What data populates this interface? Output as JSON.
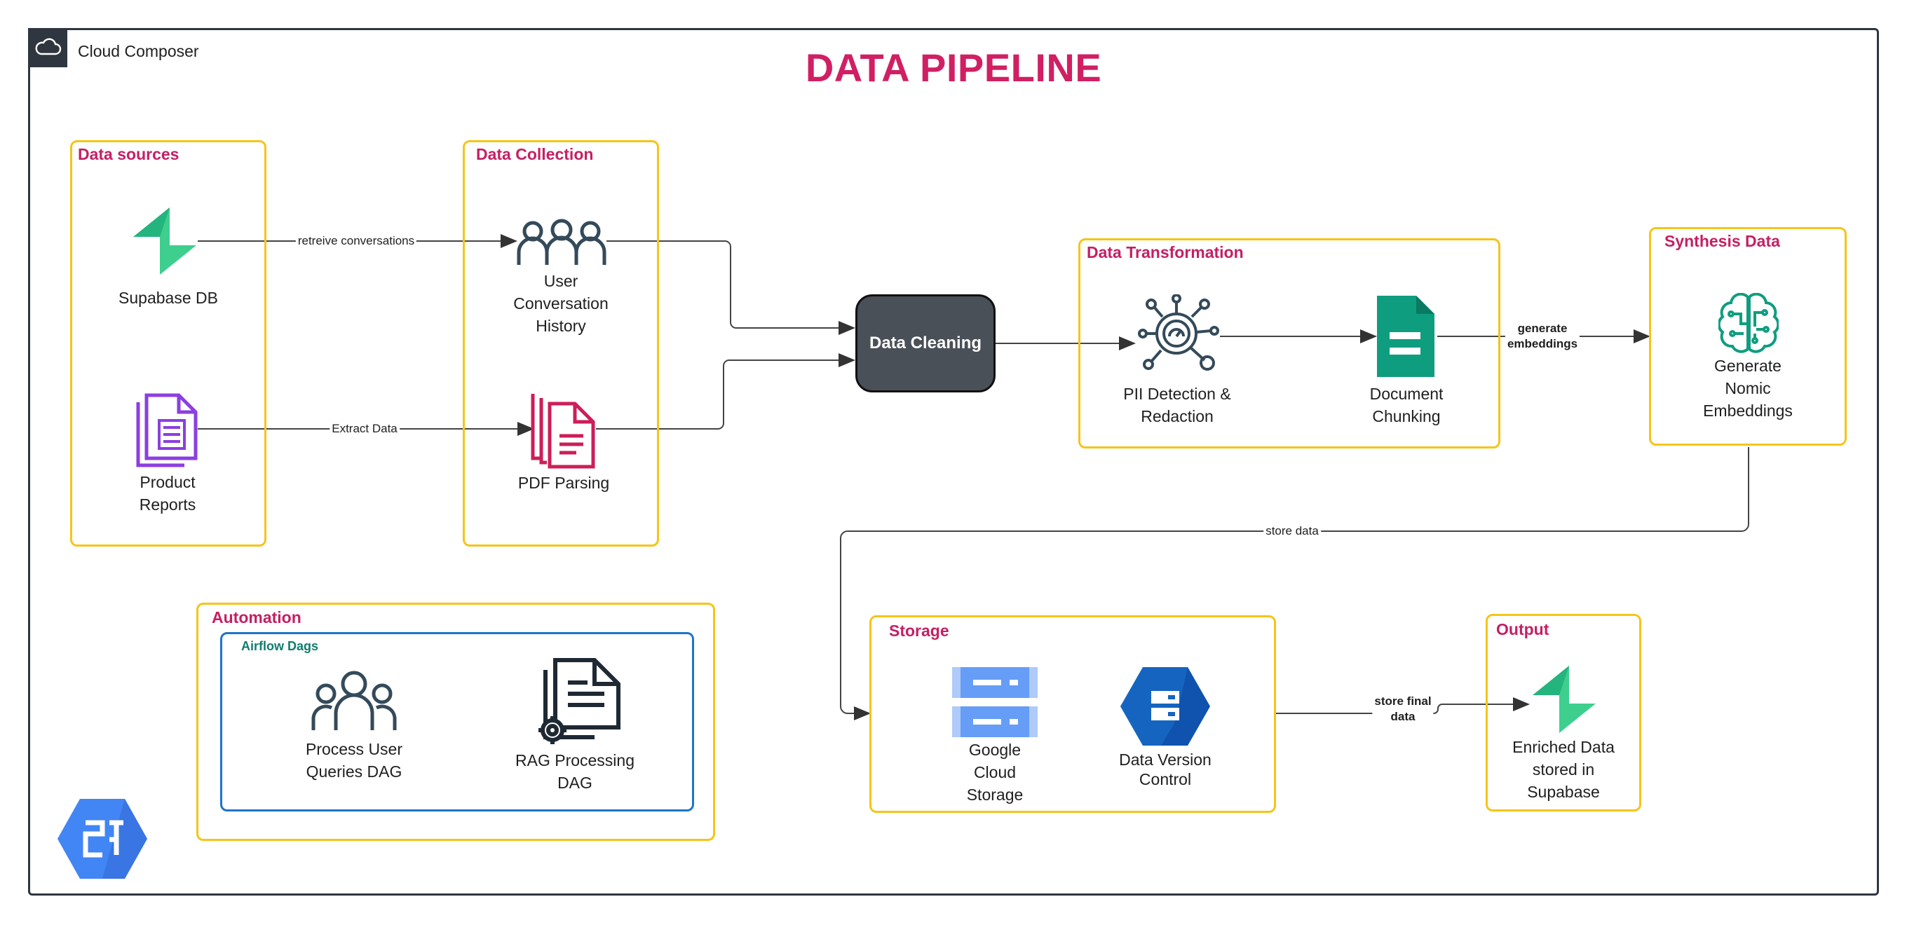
{
  "header": {
    "platform_label": "Cloud Composer",
    "title": "DATA PIPELINE"
  },
  "groups": {
    "data_sources": "Data sources",
    "data_collection": "Data Collection",
    "data_transformation": "Data Transformation",
    "synthesis_data": "Synthesis Data",
    "automation": "Automation",
    "airflow_dags": "Airflow Dags",
    "storage": "Storage",
    "output": "Output"
  },
  "nodes": {
    "supabase_db": "Supabase DB",
    "product_reports": "Product\nReports",
    "user_conversation_history": "User\nConversation\nHistory",
    "pdf_parsing": "PDF Parsing",
    "data_cleaning": "Data Cleaning",
    "pii_detection": "PII Detection &\nRedaction",
    "document_chunking": "Document\nChunking",
    "generate_embeddings": "Generate\nNomic\nEmbeddings",
    "process_user_queries_dag": "Process User\nQueries DAG",
    "rag_processing_dag": "RAG Processing\nDAG",
    "google_cloud_storage": "Google\nCloud\nStorage",
    "data_version_control": "Data Version\nControl",
    "enriched_data": "Enriched Data\nstored in\nSupabase"
  },
  "edges": {
    "retrieve_conversations": "retreive conversations",
    "extract_data": "Extract Data",
    "generate_embeddings": "generate\nembeddings",
    "store_data": "store data",
    "store_final_data": "store final\ndata"
  },
  "colors": {
    "title": "#d11f63",
    "group_border": "#f5c518",
    "group_title": "#c51f64",
    "airflow_border": "#1f74c7",
    "airflow_title": "#0f7d6e",
    "supabase_green": "#3ecf8e",
    "doc_purple": "#8b3fe0",
    "pdf_red": "#cc1e58",
    "teal_icon": "#0f9d7f",
    "slate_icon": "#344a5a",
    "gcs_blue": "#6d9eeb",
    "dvc_blue": "#1565c0"
  }
}
